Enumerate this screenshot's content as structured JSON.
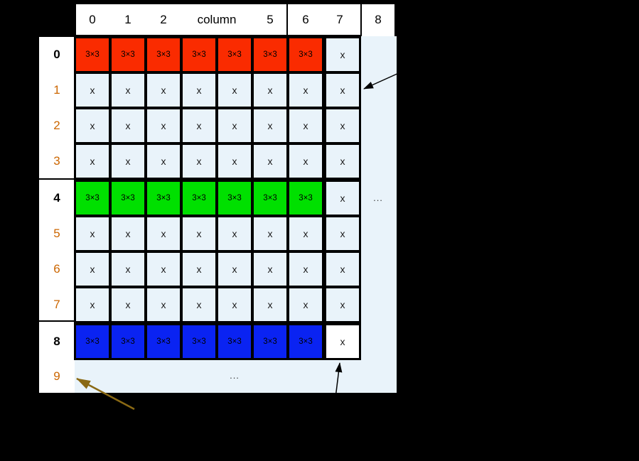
{
  "colors": {
    "background": "#000000",
    "panel": "#E9F3FA",
    "cell_light": "#E9F3FA",
    "cell_white": "#FFFFFF",
    "header_bg": "#FFFFFF",
    "label_column_bg": "#FFFFFF",
    "border": "#000000",
    "kernel_red": "#FA2B00",
    "kernel_green": "#00E000",
    "kernel_blue": "#0A23F2",
    "row_label_orange": "#CC6600",
    "row_label_dark": "#000000",
    "cell_text": "#1A1A1A",
    "arrow_black": "#000000",
    "arrow_olive": "#8A6914",
    "ellipsis_text": "#3A3A3A"
  },
  "column_header": {
    "labels": [
      "0",
      "1",
      "2",
      "column",
      "5",
      "6",
      "7",
      "8"
    ]
  },
  "row_labels": [
    {
      "text": "0",
      "emphasis": true
    },
    {
      "text": "1",
      "emphasis": false
    },
    {
      "text": "2",
      "emphasis": false
    },
    {
      "text": "3",
      "emphasis": false
    },
    {
      "text": "4",
      "emphasis": true
    },
    {
      "text": "5",
      "emphasis": false
    },
    {
      "text": "6",
      "emphasis": false
    },
    {
      "text": "7",
      "emphasis": false
    },
    {
      "text": "8",
      "emphasis": true
    },
    {
      "text": "9",
      "emphasis": false
    }
  ],
  "grid_rows": [
    {
      "label": "0",
      "color": "kernel_red",
      "cells": [
        "3×3",
        "3×3",
        "3×3",
        "3×3",
        "3×3",
        "3×3",
        "3×3",
        "x"
      ]
    },
    {
      "label": "1",
      "color": null,
      "cells": [
        "x",
        "x",
        "x",
        "x",
        "x",
        "x",
        "x",
        "x"
      ]
    },
    {
      "label": "2",
      "color": null,
      "cells": [
        "x",
        "x",
        "x",
        "x",
        "x",
        "x",
        "x",
        "x"
      ]
    },
    {
      "label": "3",
      "color": null,
      "cells": [
        "x",
        "x",
        "x",
        "x",
        "x",
        "x",
        "x",
        "x"
      ]
    },
    {
      "label": "4",
      "color": "kernel_green",
      "cells": [
        "3×3",
        "3×3",
        "3×3",
        "3×3",
        "3×3",
        "3×3",
        "3×3",
        "x"
      ]
    },
    {
      "label": "5",
      "color": null,
      "cells": [
        "x",
        "x",
        "x",
        "x",
        "x",
        "x",
        "x",
        "x"
      ]
    },
    {
      "label": "6",
      "color": null,
      "cells": [
        "x",
        "x",
        "x",
        "x",
        "x",
        "x",
        "x",
        "x"
      ]
    },
    {
      "label": "7",
      "color": null,
      "cells": [
        "x",
        "x",
        "x",
        "x",
        "x",
        "x",
        "x",
        "x"
      ]
    },
    {
      "label": "8",
      "color": "kernel_blue",
      "col7_bg": "cell_white",
      "cells": [
        "3×3",
        "3×3",
        "3×3",
        "3×3",
        "3×3",
        "3×3",
        "3×3",
        "x"
      ]
    }
  ],
  "ellipsis": {
    "row4_right": "...",
    "row9_center": "..."
  }
}
